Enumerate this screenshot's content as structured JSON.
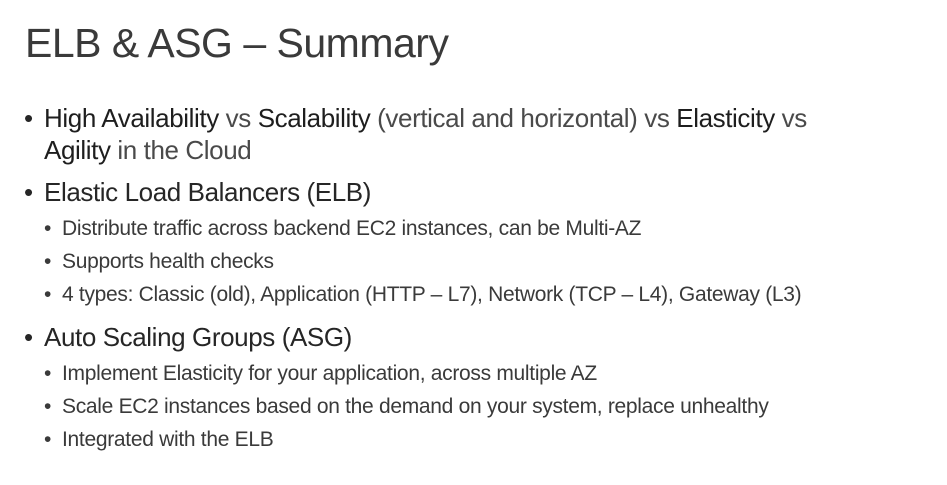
{
  "slide": {
    "title": "ELB & ASG – Summary",
    "bullets": [
      {
        "segments": [
          "High Availability",
          " vs ",
          "Scalability",
          " (vertical and horizontal) vs ",
          "Elasticity",
          " vs ",
          "Agility",
          " in the Cloud"
        ]
      },
      {
        "text": "Elastic Load Balancers (ELB)",
        "sub": [
          "Distribute traffic across backend EC2 instances, can be Multi-AZ",
          "Supports health checks",
          "4 types: Classic (old), Application (HTTP – L7), Network (TCP – L4), Gateway (L3)"
        ]
      },
      {
        "text": "Auto Scaling Groups (ASG)",
        "sub": [
          "Implement Elasticity for your application, across multiple AZ",
          "Scale EC2 instances based on the demand on your system, replace unhealthy",
          "Integrated with the ELB"
        ]
      }
    ]
  }
}
